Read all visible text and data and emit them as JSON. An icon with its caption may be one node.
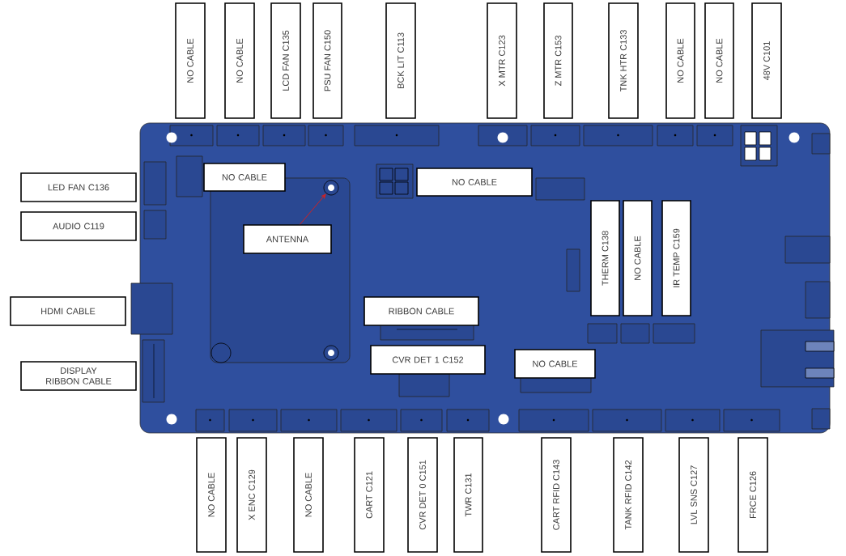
{
  "diagram": {
    "nodes": [
      {
        "text": [
          "NO CABLE"
        ]
      },
      {
        "text": [
          "NO CABLE"
        ]
      },
      {
        "text": [
          "LCD FAN C135"
        ]
      },
      {
        "text": [
          "PSU FAN C150"
        ]
      },
      {
        "text": [
          "BCK LIT C113"
        ]
      },
      {
        "text": [
          "X MTR C123"
        ]
      },
      {
        "text": [
          "Z MTR C153"
        ]
      },
      {
        "text": [
          "TNK HTR C133"
        ]
      },
      {
        "text": [
          "NO CABLE"
        ]
      },
      {
        "text": [
          "NO CABLE"
        ]
      },
      {
        "text": [
          "48V C101"
        ]
      },
      {
        "text": [
          "LED FAN C136"
        ]
      },
      {
        "text": [
          "AUDIO C119"
        ]
      },
      {
        "text": [
          "HDMI CABLE"
        ]
      },
      {
        "text": [
          "DISPLAY RIBBON CABLE"
        ]
      },
      {
        "text": [
          "NO CABLE"
        ]
      },
      {
        "text": [
          "NO CABLE"
        ]
      },
      {
        "text": [
          "ANTENNA"
        ]
      },
      {
        "text": [
          "THERM C138"
        ]
      },
      {
        "text": [
          "NO CABLE"
        ]
      },
      {
        "text": [
          "IR TEMP C159"
        ]
      },
      {
        "text": [
          "RIBBON CABLE"
        ]
      },
      {
        "text": [
          "CVR DET 1 C152"
        ]
      },
      {
        "text": [
          "NO CABLE"
        ]
      },
      {
        "text": [
          "NO CABLE"
        ]
      },
      {
        "text": [
          "X ENC C129"
        ]
      },
      {
        "text": [
          "NO CABLE"
        ]
      },
      {
        "text": [
          "CART C121"
        ]
      },
      {
        "text": [
          "CVR DET 0 C151"
        ]
      },
      {
        "text": [
          "TWR C131"
        ]
      },
      {
        "text": [
          "CART RFID C143"
        ]
      },
      {
        "text": [
          "TANK RFID C142"
        ]
      },
      {
        "text": [
          "LVL SNS C127"
        ]
      },
      {
        "text": [
          "FRCE C126"
        ]
      },
      {
        "text": [],
        "shape": "circle"
      }
    ],
    "edges": [
      {
        "from": 17,
        "to": 34,
        "arrow": "to",
        "color": "#d42020"
      }
    ]
  }
}
